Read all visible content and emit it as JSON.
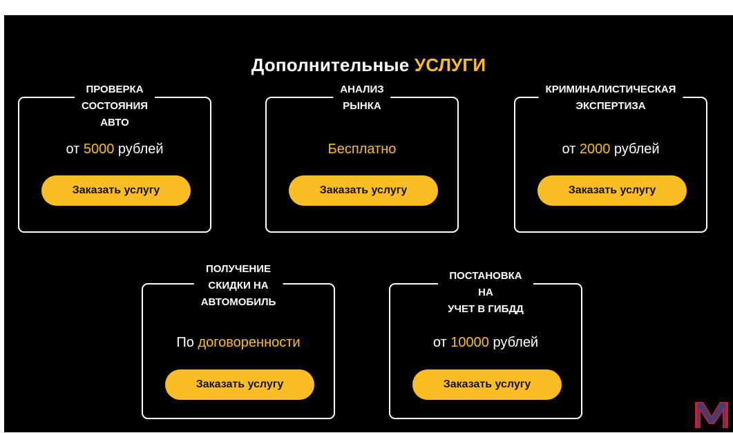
{
  "heading": {
    "prefix": "Дополнительные",
    "accent": "УСЛУГИ"
  },
  "colors": {
    "background": "#000000",
    "accent": "#fbbd24",
    "text": "#ffffff",
    "button_text": "#111111"
  },
  "services": [
    {
      "title": "ПРОВЕРКА\nСОСТОЯНИЯ\nАВТО",
      "price_before": "от ",
      "price_highlight": "5000",
      "price_after": " рублей",
      "button": "Заказать услугу"
    },
    {
      "title": "АНАЛИЗ\nРЫНКА",
      "price_before": "",
      "price_highlight": "Бесплатно",
      "price_after": "",
      "button": "Заказать услугу"
    },
    {
      "title": "КРИМИНАЛИСТИЧЕСКАЯ\nЭКСПЕРТИЗА",
      "price_before": "от ",
      "price_highlight": "2000",
      "price_after": " рублей",
      "button": "Заказать услугу"
    },
    {
      "title": "ПОЛУЧЕНИЕ\nСКИДКИ НА\nАВТОМОБИЛЬ",
      "price_before": "По ",
      "price_highlight": "договоренности",
      "price_after": "",
      "button": "Заказать услугу"
    },
    {
      "title": "ПОСТАНОВКА НА\nУЧЕТ В ГИБДД",
      "price_before": "от ",
      "price_highlight": "10000",
      "price_after": " рублей",
      "button": "Заказать услугу"
    }
  ],
  "logo": {
    "icon": "m-logo-icon"
  }
}
